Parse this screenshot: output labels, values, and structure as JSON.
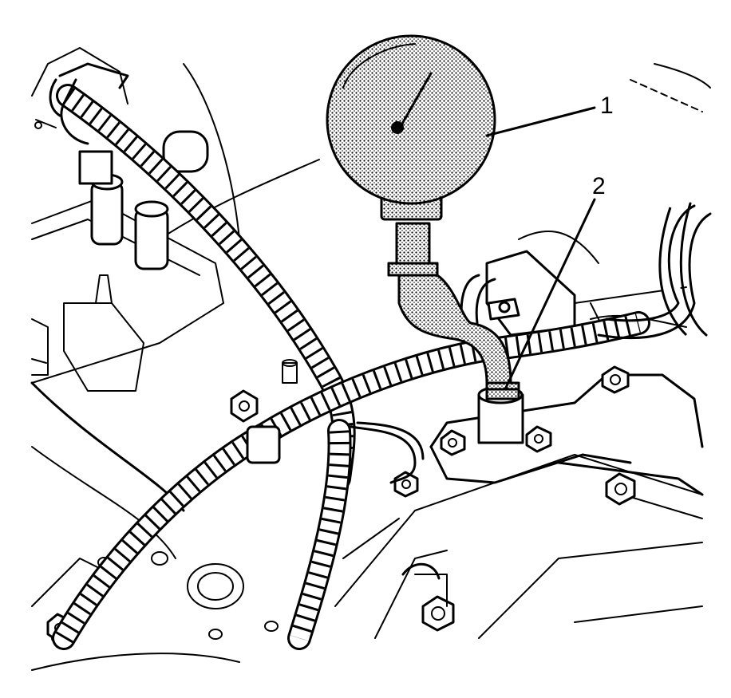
{
  "callouts": [
    {
      "number": "1",
      "part": "pressure-gauge"
    },
    {
      "number": "2",
      "part": "gauge-fitting"
    }
  ],
  "colors": {
    "line": "#000000",
    "background": "#ffffff"
  }
}
